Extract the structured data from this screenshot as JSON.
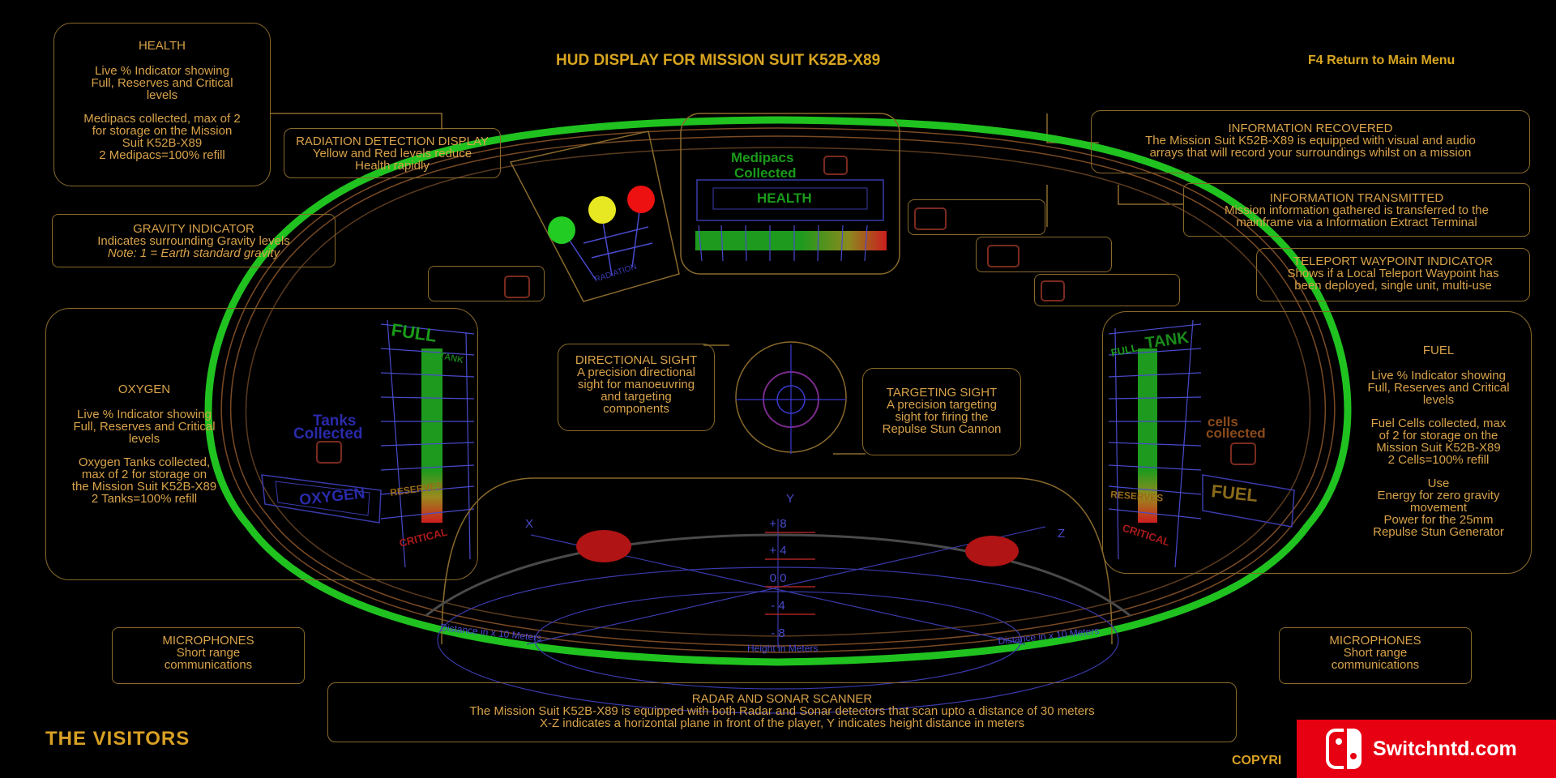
{
  "page_title": "HUD DISPLAY FOR MISSION SUIT K52B-X89",
  "return_menu": "F4 Return to Main Menu",
  "logo": "THE VISITORS",
  "copyright": "COPYRI",
  "watermark": "Switchntd.com",
  "health": {
    "title": "HEALTH",
    "lines": [
      "Live % Indicator showing",
      "Full, Reserves and Critical",
      "levels",
      "",
      "Medipacs collected, max of 2",
      "for storage on the Mission",
      "Suit K52B-X89",
      "2 Medipacs=100% refill"
    ]
  },
  "radiation": {
    "title": "RADIATION DETECTION DISPLAY",
    "lines": [
      "Yellow and Red levels reduce",
      "Health rapidly"
    ]
  },
  "gravity": {
    "title": "GRAVITY INDICATOR",
    "line1": "Indicates surrounding Gravity levels",
    "note": "Note: 1 = Earth standard gravity"
  },
  "oxygen": {
    "title": "OXYGEN",
    "lines": [
      "Live % Indicator showing",
      "Full, Reserves and Critical",
      "levels",
      "",
      "Oxygen Tanks collected,",
      "max of 2 for storage on",
      "the Mission Suit K52B-X89",
      "2 Tanks=100% refill"
    ]
  },
  "info_recovered": {
    "title": "INFORMATION RECOVERED",
    "lines": [
      "The Mission Suit K52B-X89 is equipped with visual and audio",
      "arrays that will record your surroundings whilst on a mission"
    ]
  },
  "info_transmitted": {
    "title": "INFORMATION TRANSMITTED",
    "lines": [
      "Mission information gathered is transferred to the",
      "mainframe via a Information Extract Terminal"
    ]
  },
  "teleport": {
    "title": "TELEPORT WAYPOINT INDICATOR",
    "lines": [
      "Shows if a Local Teleport Waypoint has",
      "been deployed, single unit, multi-use"
    ]
  },
  "fuel": {
    "title": "FUEL",
    "lines": [
      "Live % Indicator showing",
      "Full, Reserves and Critical",
      "levels",
      "",
      "Fuel Cells collected, max",
      "of 2 for storage on the",
      "Mission Suit K52B-X89",
      "2 Cells=100% refill",
      "",
      "Use",
      "Energy for zero gravity",
      "movement",
      "Power for the 25mm",
      "Repulse Stun Generator"
    ]
  },
  "directional": {
    "title": "DIRECTIONAL SIGHT",
    "lines": [
      "A precision directional",
      "sight for manoeuvring",
      "and targeting",
      "components"
    ]
  },
  "targeting": {
    "title": "TARGETING SIGHT",
    "lines": [
      "A precision targeting",
      "sight for firing the",
      "Repulse Stun Cannon"
    ]
  },
  "mic_left": {
    "title": "MICROPHONES",
    "lines": [
      "Short range",
      "communications"
    ]
  },
  "mic_right": {
    "title": "MICROPHONES",
    "lines": [
      "Short range",
      "communications"
    ]
  },
  "radar": {
    "title": "RADAR AND SONAR SCANNER",
    "lines": [
      "The Mission Suit K52B-X89 is equipped with both Radar and Sonar detectors that scan upto a distance of 30 meters",
      "X-Z indicates a horizontal plane in front of the player, Y indicates height distance in meters"
    ]
  },
  "hud": {
    "medipacs_label": [
      "Medipacs",
      "Collected"
    ],
    "health_label": "HEALTH",
    "tanks_label": [
      "Tanks",
      "Collected"
    ],
    "oxygen_label": "OXYGEN",
    "full_label": "FULL",
    "tank_label": "TANK",
    "reserves_label": "RESERVES",
    "critical_label": "CRITICAL",
    "cells_label": [
      "cells",
      "collected"
    ],
    "fuel_label": "FUEL",
    "axis_y": "Y",
    "axis_x": "X",
    "axis_z": "Z",
    "height_values": [
      "+ 8",
      "+ 4",
      "0 0",
      "- 4",
      "- 8"
    ],
    "distance_left": "Distance in x 10 Meters",
    "distance_right": "Distance in x 10 Meters",
    "height_label": "Height in Meters",
    "colors": {
      "ring": "#22cc22",
      "accent": "#d9a520",
      "alert": "#cc1111",
      "grid": "#3a3acc"
    }
  }
}
